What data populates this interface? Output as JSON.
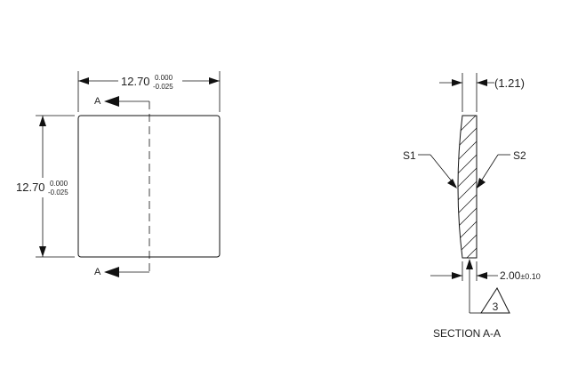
{
  "front_view": {
    "width_dim": {
      "nominal": "12.70",
      "upper_tol": "0.000",
      "lower_tol": "-0.025"
    },
    "height_dim": {
      "nominal": "12.70",
      "upper_tol": "0.000",
      "lower_tol": "-0.025"
    },
    "section_label_top": "A",
    "section_label_bottom": "A"
  },
  "section_view": {
    "edge_thickness_dim": "(1.21)",
    "surface_1_label": "S1",
    "surface_2_label": "S2",
    "center_thickness_dim": "2.00",
    "center_thickness_tol": "±0.10",
    "note_flag": "3",
    "title": "SECTION A-A"
  }
}
